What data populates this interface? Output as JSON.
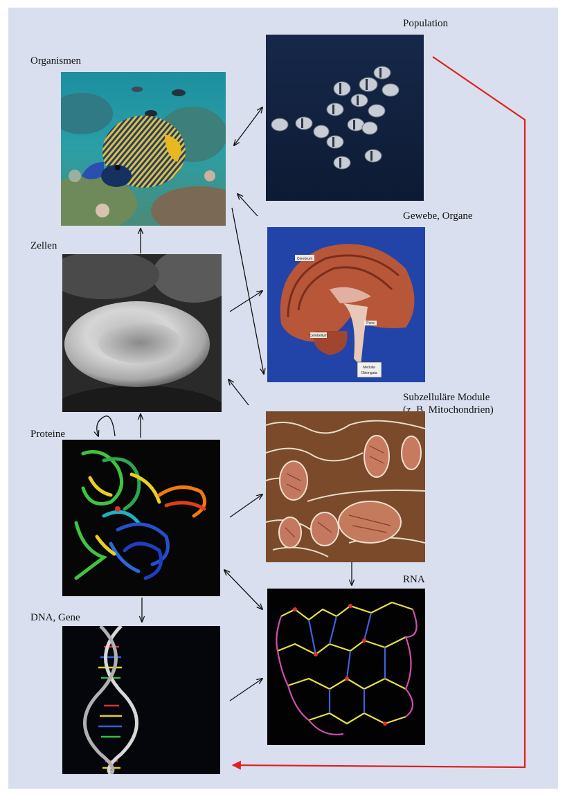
{
  "labels": {
    "organismen": "Organismen",
    "population": "Population",
    "zellen": "Zellen",
    "gewebe": "Gewebe, Organe",
    "proteine": "Proteine",
    "subzellulaer_line1": "Subzelluläre Module",
    "subzellulaer_line2": "(z. B. Mitochondrien)",
    "dna": "DNA, Gene",
    "rna": "RNA"
  },
  "brain_labels": {
    "cerebrum": "Cerebrum",
    "cerebellum": "Cerebellum",
    "pons": "Pons",
    "medulla_1": "Medulla",
    "medulla_2": "Oblongata"
  },
  "colors": {
    "panel_background": "#d9dfee",
    "arrow": "#111111",
    "feedback_arrow": "#e02020"
  },
  "images": {
    "organismen": "angelfish-photo",
    "population": "fish-school-photo",
    "zellen": "red-blood-cell-photo",
    "gewebe": "brain-section-photo",
    "proteine": "protein-ribbon-photo",
    "subzellulaer": "mitochondria-photo",
    "dna": "dna-helix-photo",
    "rna": "rna-structure-photo"
  }
}
